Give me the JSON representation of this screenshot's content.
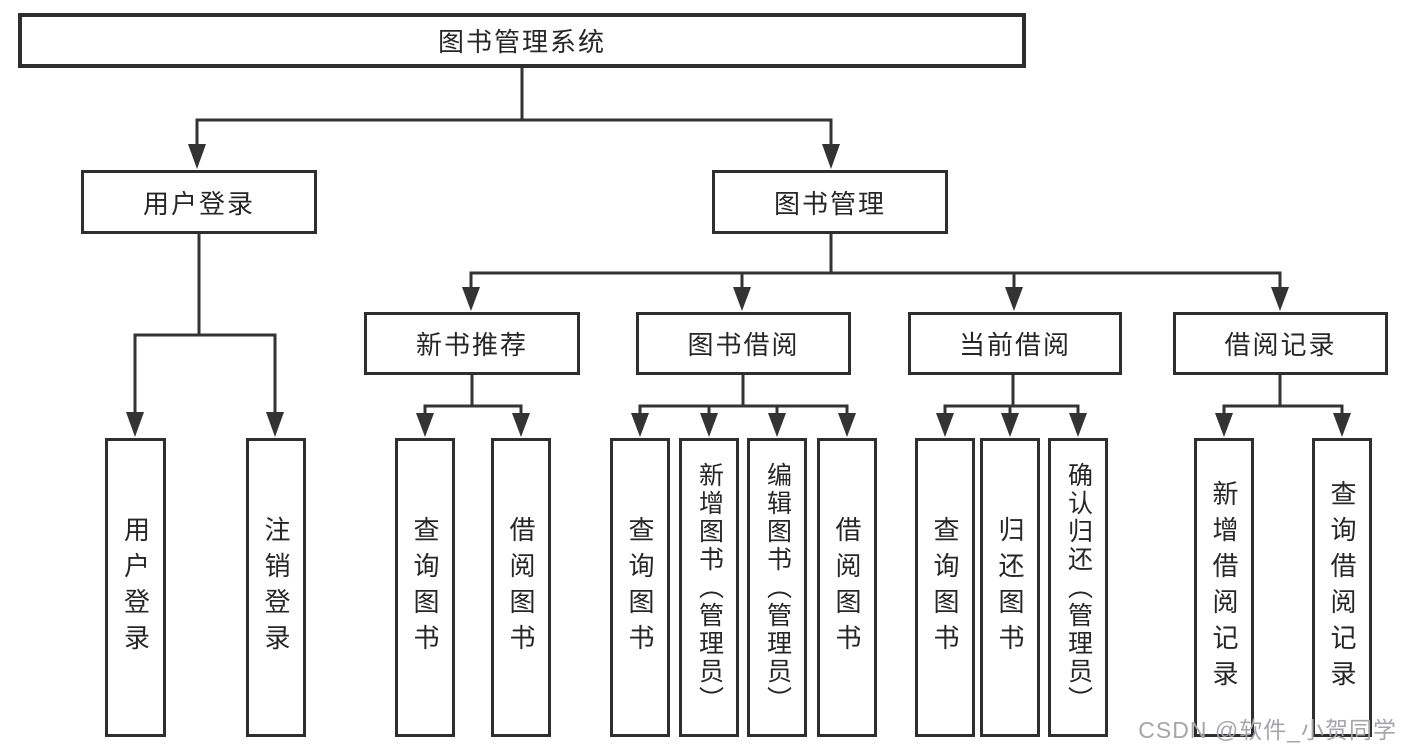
{
  "diagram": {
    "title": "图书管理系统",
    "level1": [
      {
        "label": "用户登录"
      },
      {
        "label": "图书管理"
      }
    ],
    "level2": [
      {
        "label": "新书推荐",
        "parent": "图书管理"
      },
      {
        "label": "图书借阅",
        "parent": "图书管理"
      },
      {
        "label": "当前借阅",
        "parent": "图书管理"
      },
      {
        "label": "借阅记录",
        "parent": "图书管理"
      }
    ],
    "leaves": [
      {
        "label": "用户登录",
        "parent": "用户登录"
      },
      {
        "label": "注销登录",
        "parent": "用户登录"
      },
      {
        "label": "查询图书",
        "parent": "新书推荐"
      },
      {
        "label": "借阅图书",
        "parent": "新书推荐"
      },
      {
        "label": "查询图书",
        "parent": "图书借阅"
      },
      {
        "label": "新增图书（管理员）",
        "parent": "图书借阅"
      },
      {
        "label": "编辑图书（管理员）",
        "parent": "图书借阅"
      },
      {
        "label": "借阅图书",
        "parent": "图书借阅"
      },
      {
        "label": "查询图书",
        "parent": "当前借阅"
      },
      {
        "label": "归还图书",
        "parent": "当前借阅"
      },
      {
        "label": "确认归还（管理员）",
        "parent": "当前借阅"
      },
      {
        "label": "新增借阅记录",
        "parent": "借阅记录"
      },
      {
        "label": "查询借阅记录",
        "parent": "借阅记录"
      }
    ],
    "watermark": "CSDN @软件_小贺同学",
    "colors": {
      "line": "#333333",
      "box_border": "#2e2e2e",
      "box_fill": "#ffffff",
      "text": "#262626",
      "watermark": "#a6a6aa"
    }
  }
}
